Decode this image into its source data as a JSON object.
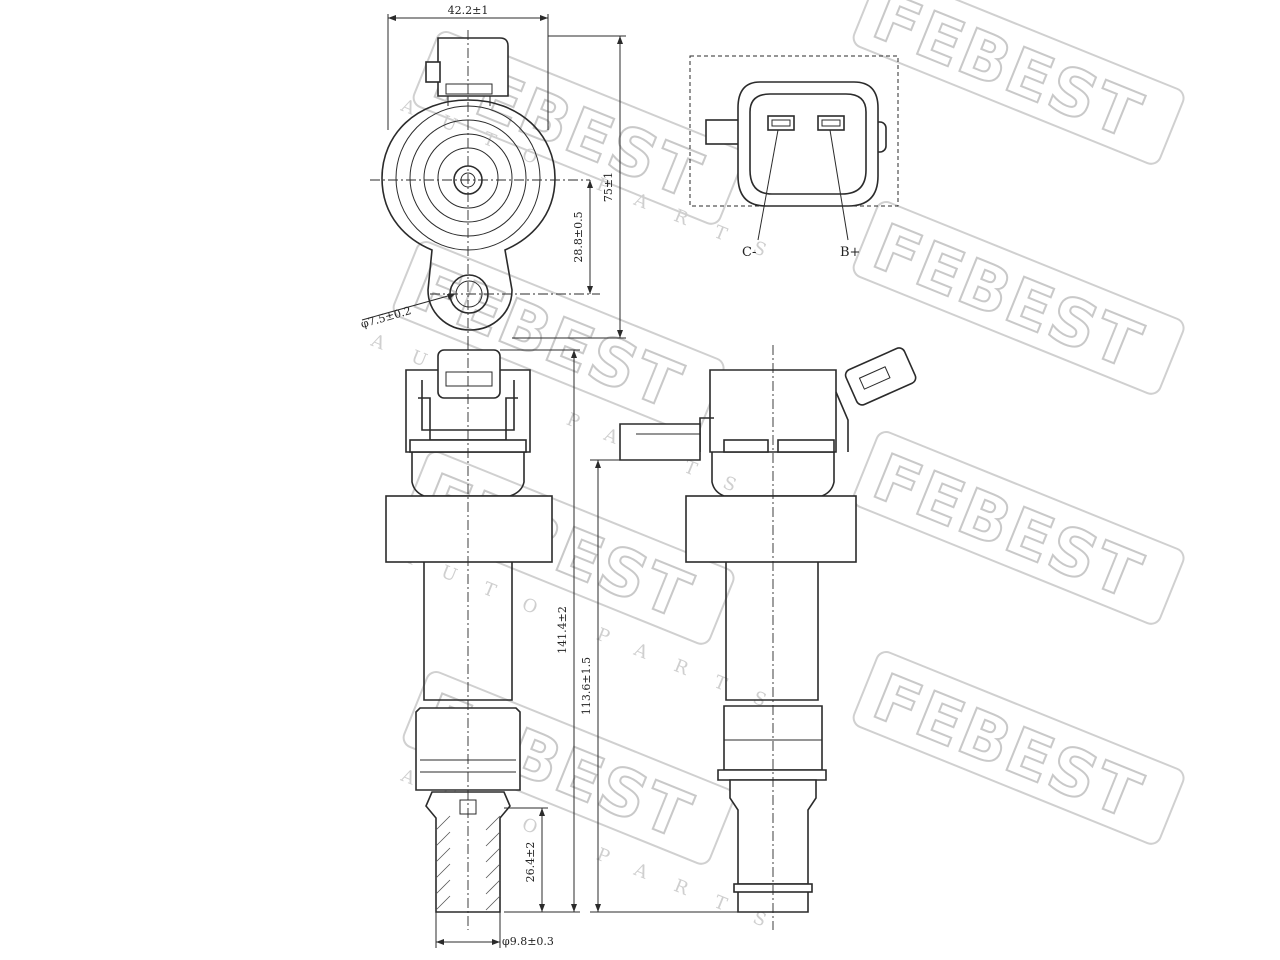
{
  "brand": {
    "watermark": "FEBEST",
    "watermark_sub": "AUTO PARTS"
  },
  "dimensions": {
    "top_width": "42.2±1",
    "top_height": "75±1",
    "hole_offset": "28.8±0.5",
    "hole_diameter": "φ7.5±0.2",
    "total_length": "141.4±2",
    "body_length": "113.6±1.5",
    "tip_length": "26.4±2",
    "tip_diameter": "φ9.8±0.3"
  },
  "connector": {
    "pin_left": "C-",
    "pin_right": "B+"
  },
  "colors": {
    "line": "#2b2b2b",
    "watermark": "#c9c9c9"
  }
}
